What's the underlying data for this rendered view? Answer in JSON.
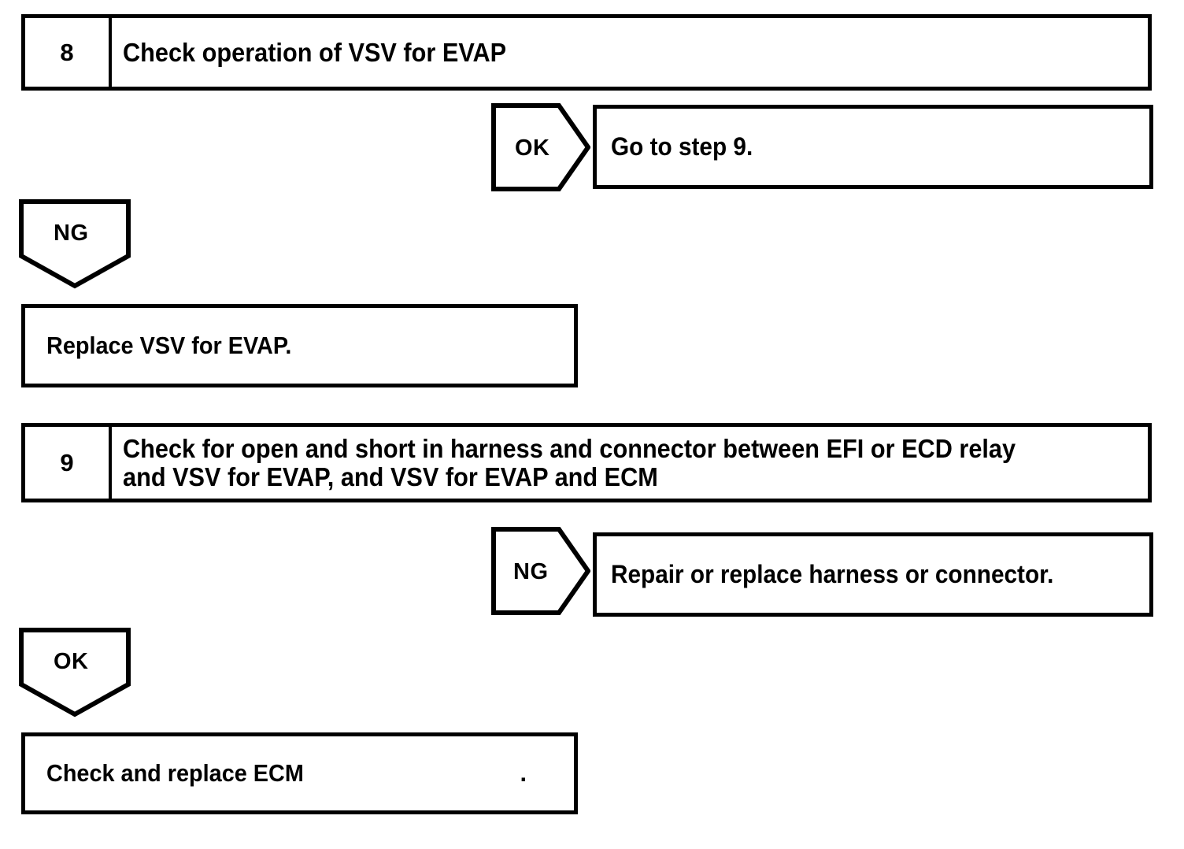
{
  "document": {
    "type": "troubleshooting-flowchart",
    "ink_color": "#000000",
    "background_color": "#ffffff"
  },
  "steps": [
    {
      "number": "8",
      "title": "Check operation of VSV for EVAP"
    },
    {
      "number": "9",
      "title": "Check for open and short in harness and connector between EFI or ECD relay\nand VSV for EVAP, and VSV for EVAP and ECM"
    }
  ],
  "branches": {
    "step8_ok": {
      "label": "OK",
      "result": "Go to step 9."
    },
    "step8_ng": {
      "label": "NG",
      "result": "Replace VSV for EVAP."
    },
    "step9_ng": {
      "label": "NG",
      "result": "Repair or replace harness or connector."
    },
    "step9_ok": {
      "label": "OK",
      "result": "Check and replace ECM",
      "result_trailing": "."
    }
  }
}
